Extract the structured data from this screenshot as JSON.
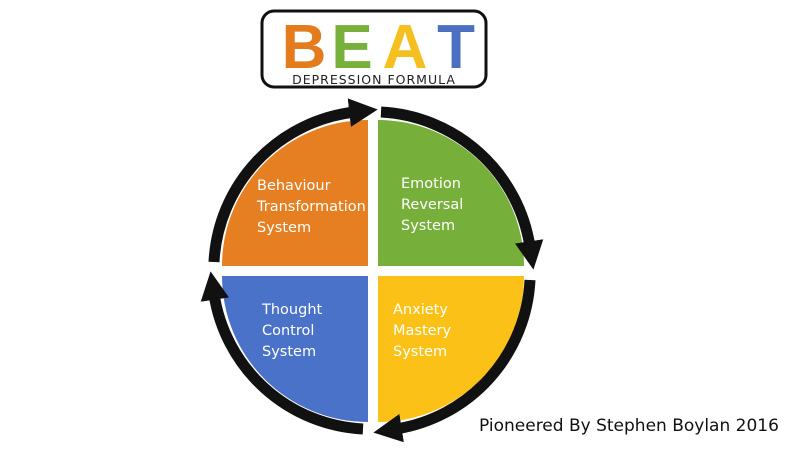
{
  "logo": {
    "letters": [
      {
        "char": "B",
        "color": "#E47B1C"
      },
      {
        "char": "E",
        "color": "#77B03A"
      },
      {
        "char": "A",
        "color": "#F4BF1F"
      },
      {
        "char": "T",
        "color": "#4C6FC2"
      }
    ],
    "tagline": "DEPRESSION FORMULA"
  },
  "quadrants": [
    {
      "id": "behaviour",
      "lines": [
        "Behaviour",
        "Transformation",
        "System"
      ],
      "color": "#E67E22"
    },
    {
      "id": "emotion",
      "lines": [
        "Emotion",
        "Reversal",
        "System"
      ],
      "color": "#77AF3B"
    },
    {
      "id": "thought",
      "lines": [
        "Thought",
        "Control",
        "System"
      ],
      "color": "#4A72C9"
    },
    {
      "id": "anxiety",
      "lines": [
        "Anxiety",
        "Mastery",
        "System"
      ],
      "color": "#FBC117"
    }
  ],
  "credit": "Pioneered By Stephen Boylan 2016",
  "colors": {
    "arrow": "#111111",
    "text_on_quadrant": "#ffffff"
  }
}
